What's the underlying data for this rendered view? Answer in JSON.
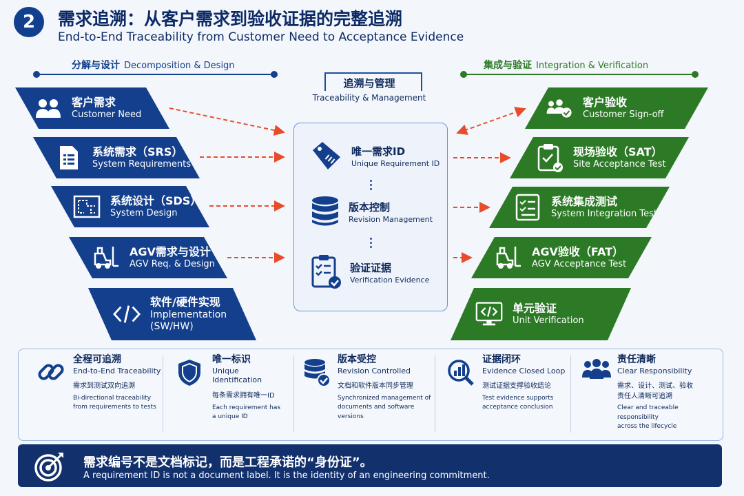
{
  "header": {
    "number": "2",
    "title_zh": "需求追溯：从客户需求到验收证据的完整追溯",
    "title_en": "End-to-End Traceability from Customer Need to Acceptance Evidence"
  },
  "left_section": {
    "title_zh": "分解与设计",
    "title_en": "Decomposition & Design",
    "items": [
      {
        "zh": "客户需求",
        "en": "Customer Need",
        "icon": "users-icon"
      },
      {
        "zh": "系统需求（SRS）",
        "en": "System Requirements",
        "icon": "document-icon"
      },
      {
        "zh": "系统设计（SDS）",
        "en": "System Design",
        "icon": "blueprint-icon"
      },
      {
        "zh": "AGV需求与设计",
        "en": "AGV Req. & Design",
        "icon": "forklift-icon"
      },
      {
        "zh": "软件/硬件实现",
        "en": "Implementation",
        "en2": "(SW/HW)",
        "icon": "code-icon"
      }
    ]
  },
  "center_section": {
    "title_zh": "追溯与管理",
    "title_en": "Traceability & Management",
    "items": [
      {
        "zh": "唯一需求ID",
        "en": "Unique Requirement ID",
        "icon": "tag-icon"
      },
      {
        "zh": "版本控制",
        "en": "Revision Management",
        "icon": "database-icon"
      },
      {
        "zh": "验证证据",
        "en": "Verification Evidence",
        "icon": "clipboard-check-icon"
      }
    ]
  },
  "right_section": {
    "title_zh": "集成与验证",
    "title_en": "Integration & Verification",
    "items": [
      {
        "zh": "客户验收",
        "en": "Customer Sign-off",
        "icon": "team-check-icon"
      },
      {
        "zh": "现场验收（SAT）",
        "en": "Site Acceptance Test",
        "icon": "clipboard-check-icon"
      },
      {
        "zh": "系统集成测试",
        "en": "System Integration Test",
        "icon": "checklist-icon"
      },
      {
        "zh": "AGV验收（FAT）",
        "en": "AGV Acceptance Test",
        "icon": "forklift-icon"
      },
      {
        "zh": "单元验证",
        "en": "Unit Verification",
        "icon": "monitor-code-icon"
      }
    ]
  },
  "features": [
    {
      "zh": "全程可追溯",
      "en": "End-to-End Traceability",
      "desc_zh": "需求到测试双向追溯",
      "desc_en": [
        "Bi-directional traceability",
        "from requirements to tests"
      ],
      "icon": "link-icon"
    },
    {
      "zh": "唯一标识",
      "en": "Unique Identification",
      "desc_zh": "每条需求拥有唯一ID",
      "desc_en": [
        "Each requirement has",
        "a unique ID"
      ],
      "icon": "shield-icon"
    },
    {
      "zh": "版本受控",
      "en": "Revision Controlled",
      "desc_zh": "文档和软件版本同步管理",
      "desc_en": [
        "Synchronized management of",
        "documents and software versions"
      ],
      "icon": "database-check-icon"
    },
    {
      "zh": "证据闭环",
      "en": "Evidence Closed Loop",
      "desc_zh": "测试证据支撑验收结论",
      "desc_en": [
        "Test evidence supports",
        "acceptance conclusion"
      ],
      "icon": "chart-search-icon"
    },
    {
      "zh": "责任清晰",
      "en": "Clear Responsibility",
      "desc_zh": "需求、设计、测试、验收",
      "desc_zh2": "责任人清晰可追溯",
      "desc_en": [
        "Clear and traceable responsibility",
        "across the lifecycle"
      ],
      "icon": "team-icon"
    }
  ],
  "footer": {
    "zh": "需求编号不是文档标记，而是工程承诺的“身份证”。",
    "en": "A requirement ID is not a document label.  It is the identity of an engineering commitment.",
    "icon": "target-icon"
  },
  "colors": {
    "blue": "#133f8c",
    "green": "#2c7a26",
    "arrow": "#e84c2b"
  }
}
